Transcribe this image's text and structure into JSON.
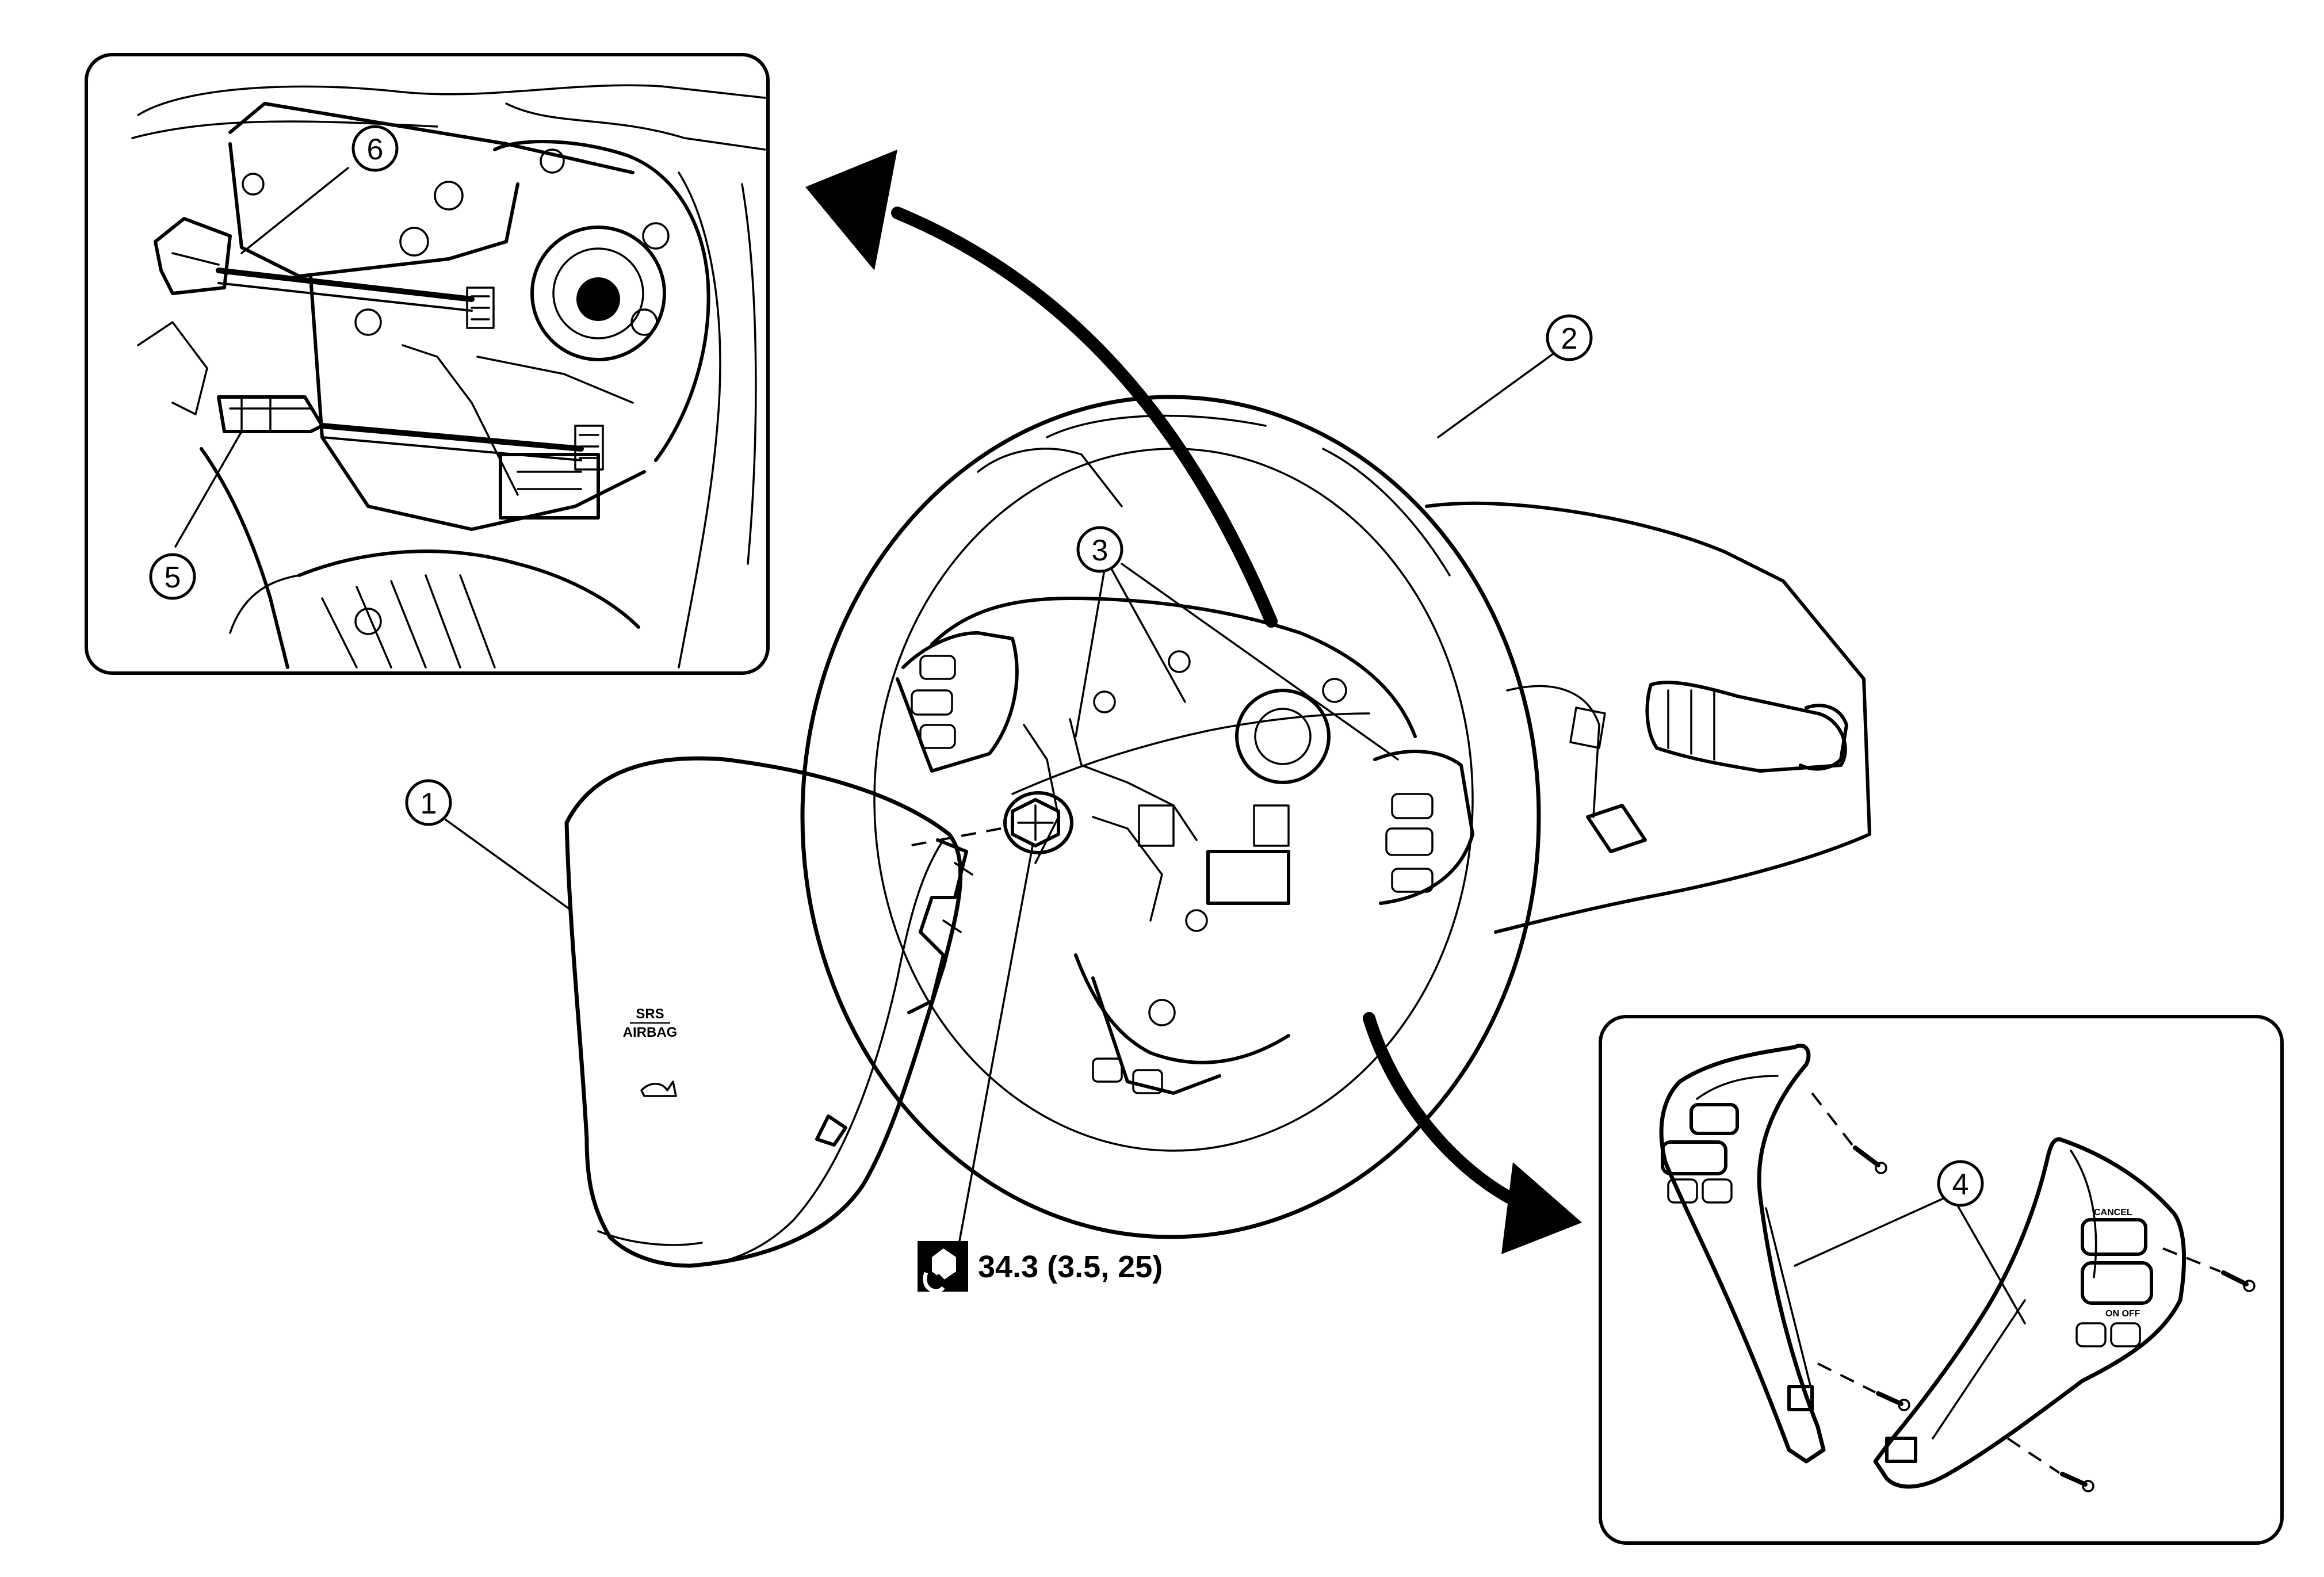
{
  "callouts": {
    "c1": "1",
    "c2": "2",
    "c3": "3",
    "c4": "4",
    "c5": "5",
    "c6": "6"
  },
  "torque": {
    "icon": "torque-wrench-icon",
    "value": "34.3 (3.5, 25)"
  },
  "airbag_label": {
    "line1": "SRS",
    "line2": "AIRBAG"
  },
  "switch_labels": {
    "cancel": "CANCEL",
    "onoff": "ON OFF"
  }
}
